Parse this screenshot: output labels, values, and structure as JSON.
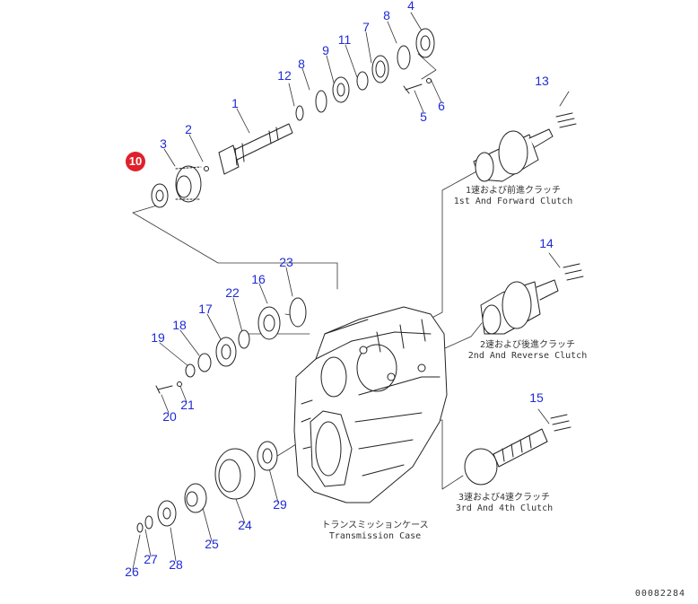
{
  "diagram": {
    "callouts": [
      "1",
      "2",
      "3",
      "4",
      "5",
      "6",
      "7",
      "8",
      "9",
      "10",
      "11",
      "12",
      "13",
      "14",
      "15",
      "16",
      "17",
      "18",
      "19",
      "20",
      "21",
      "22",
      "23",
      "24",
      "25",
      "26",
      "27",
      "28",
      "29"
    ],
    "repeat_callout_8": "8",
    "highlighted_part": "10",
    "highlight_color": "#e0202a",
    "callout_color": "#1f2bd6",
    "clutch1_jp": "1速および前進クラッチ",
    "clutch1_en": "1st And Forward Clutch",
    "clutch2_jp": "2速および後進クラッチ",
    "clutch2_en": "2nd And Reverse Clutch",
    "clutch3_jp": "3速および4速クラッチ",
    "clutch3_en": "3rd And 4th Clutch",
    "case_jp": "トランスミッションケース",
    "case_en": "Transmission Case",
    "drawing_number": "00082284"
  }
}
